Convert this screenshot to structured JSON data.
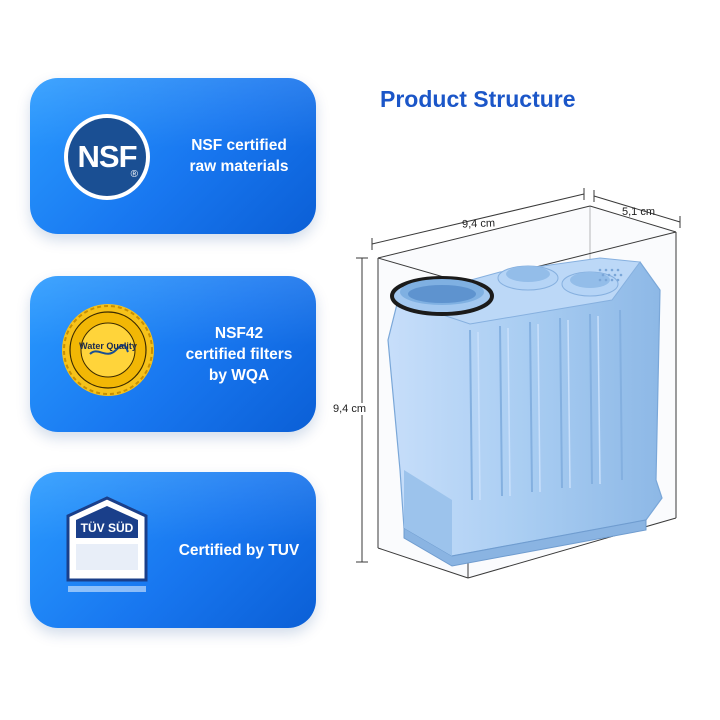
{
  "cards": [
    {
      "text": "NSF certified\nraw materials",
      "badge_text": "NSF",
      "badge_mark": "®"
    },
    {
      "text": "NSF42\ncertified filters\nby WQA",
      "badge_text": "Water Quality"
    },
    {
      "text": "Certified by TUV",
      "badge_text": "TÜV SÜD"
    }
  ],
  "title": "Product Structure",
  "dimensions": {
    "width": "9,4 cm",
    "depth": "5,1 cm",
    "height": "9,4 cm"
  },
  "colors": {
    "card_blue": "#1877f0",
    "title_blue": "#1b56c8",
    "filter_blue": "#a9cdf2",
    "nsf_navy": "#1a4f93",
    "wqa_gold": "#f2b705"
  }
}
